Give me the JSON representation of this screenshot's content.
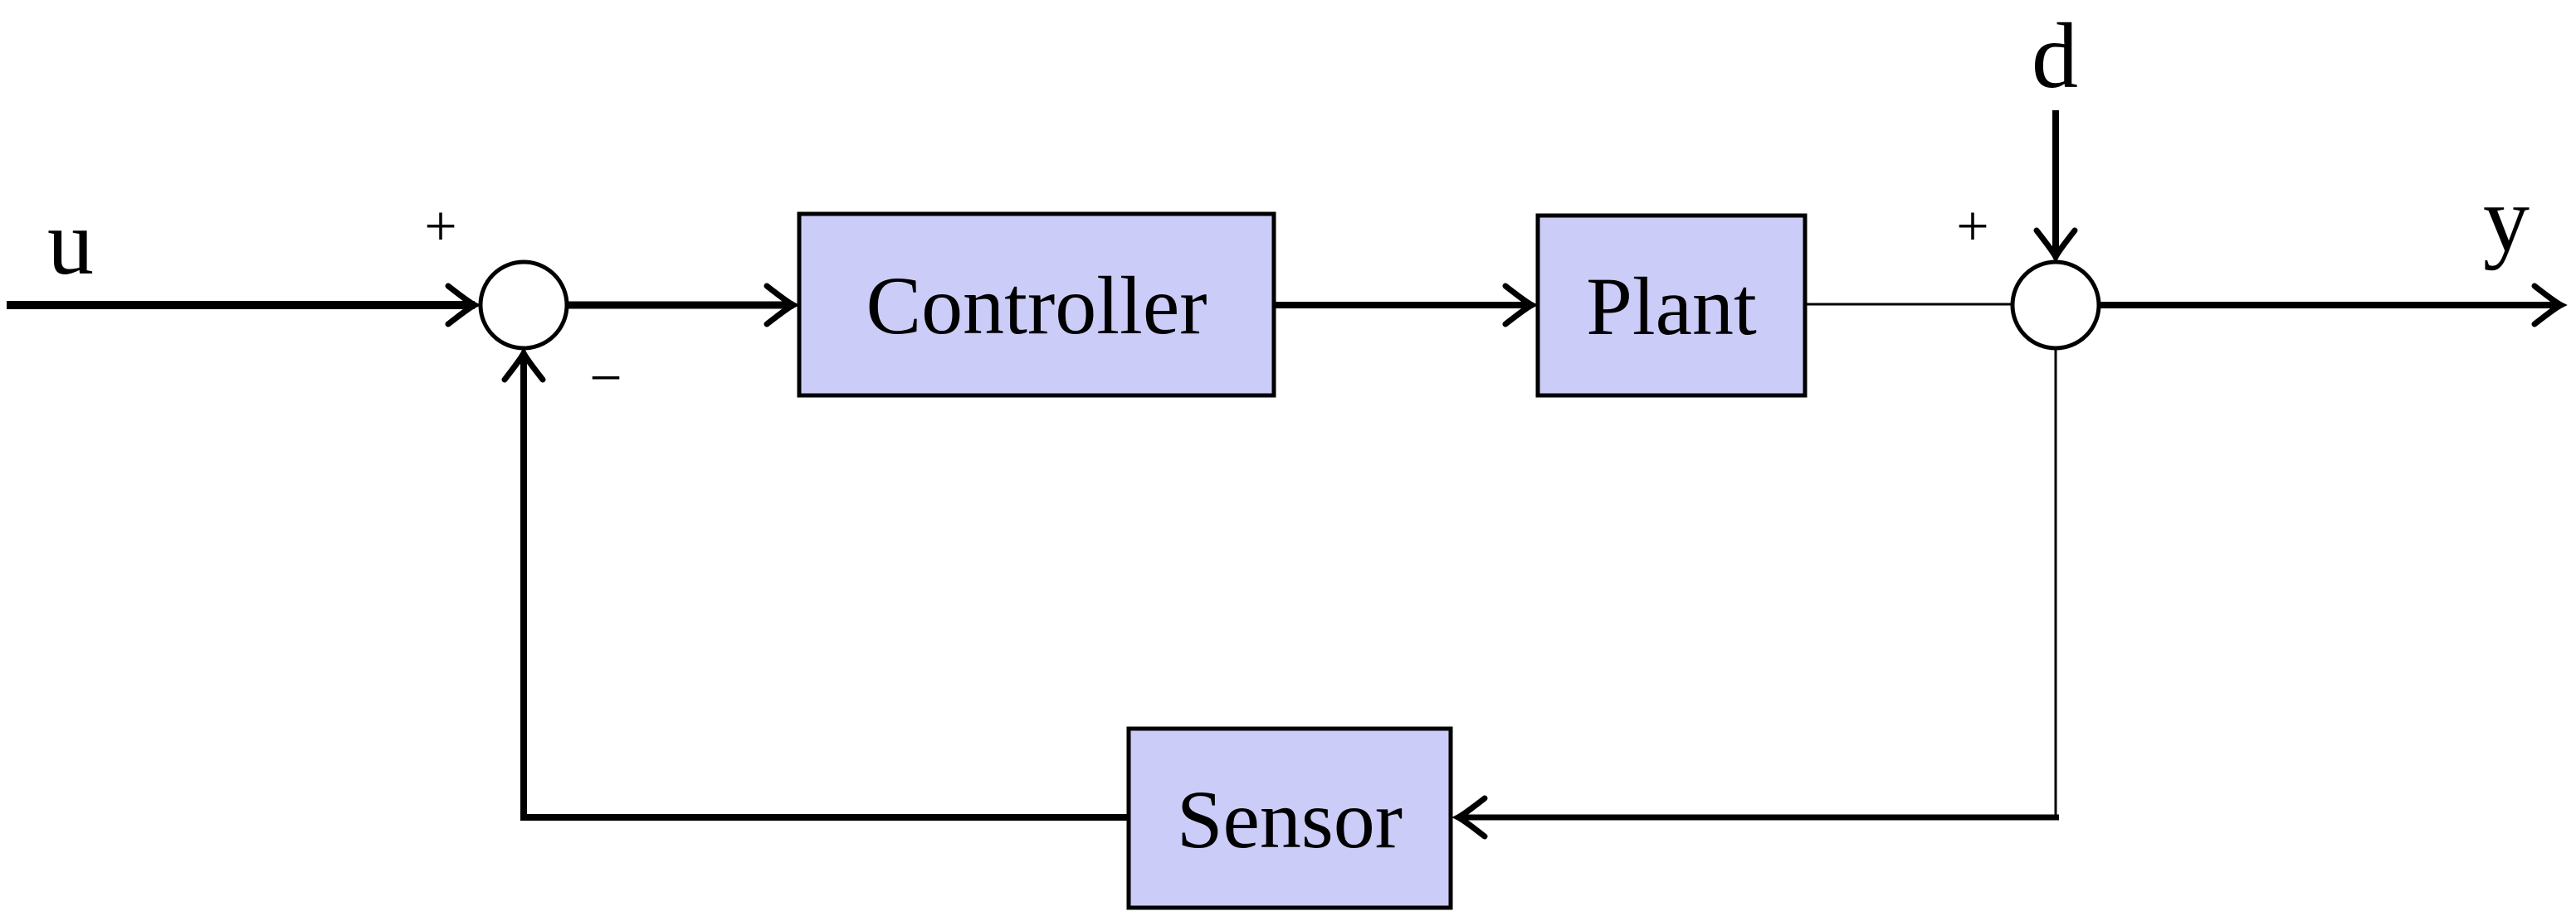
{
  "diagram": {
    "background_color": "#ffffff",
    "line_color": "#000000",
    "block_fill": "#ccccf8",
    "junction_fill": "#ffffff",
    "blocks": {
      "controller": {
        "label": "Controller"
      },
      "plant": {
        "label": "Plant"
      },
      "sensor": {
        "label": "Sensor"
      }
    },
    "signals": {
      "input": {
        "label": "u"
      },
      "disturbance": {
        "label": "d"
      },
      "output": {
        "label": "y"
      }
    },
    "junctions": {
      "error_junction": {
        "sign_top": "+",
        "sign_bottom": "−"
      },
      "output_junction": {
        "sign_left": "+"
      }
    }
  }
}
